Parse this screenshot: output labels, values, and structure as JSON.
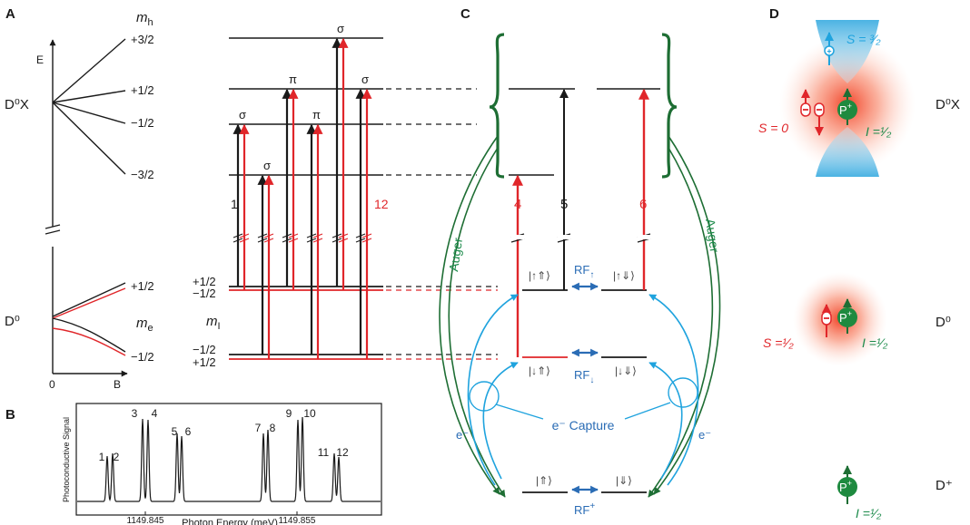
{
  "panels": {
    "a": "A",
    "b": "B",
    "c": "C",
    "d": "D"
  },
  "panel_a": {
    "energy_axis": "E",
    "field_axis": "B",
    "origin": "0",
    "d0x": "D⁰X",
    "d0": "D⁰",
    "mh_label": "m",
    "mh_sub": "h",
    "me_label": "m",
    "me_sub": "e",
    "mi_label": "m",
    "mi_sub": "I",
    "mh_values": [
      "+3/2",
      "+1/2",
      "−1/2",
      "−3/2"
    ],
    "me_values": [
      "+1/2",
      "−1/2"
    ],
    "mi_upper": [
      "+1/2",
      "−1/2"
    ],
    "mi_lower": [
      "−1/2",
      "+1/2"
    ],
    "transition_labels": [
      "σ",
      "σ",
      "π",
      "π",
      "σ",
      "σ"
    ],
    "line_first": "1",
    "line_last": "12"
  },
  "panel_b": {
    "ylabel": "Photoconductive Signal",
    "xlabel": "Photon Energy (meV)",
    "ticks": [
      "1149.845",
      "1149.855"
    ],
    "peak_labels": [
      "1",
      "2",
      "3",
      "4",
      "5",
      "6",
      "7",
      "8",
      "9",
      "10",
      "11",
      "12"
    ]
  },
  "panel_c": {
    "transitions": [
      "4",
      "5",
      "6"
    ],
    "auger": "Auger",
    "electron": "e⁻",
    "capture": "e⁻ Capture",
    "states": [
      "|↑⇑⟩",
      "|↑⇓⟩",
      "|↓⇑⟩",
      "|↓⇓⟩",
      "|⇑⟩",
      "|⇓⟩"
    ],
    "rf": [
      {
        "t": "RF",
        "s": "↑"
      },
      {
        "t": "RF",
        "s": "↓"
      },
      {
        "t": "RF",
        "s": "+"
      }
    ]
  },
  "panel_d": {
    "states": [
      "D⁰X",
      "D⁰",
      "D⁺"
    ],
    "p": "P",
    "p_sup": "+",
    "hole_spin": "S = ³⁄₂",
    "pair_spin": "S = 0",
    "electron_spin": "S =¹⁄₂",
    "nuclear_spin": "I =¹⁄₂"
  },
  "colors": {
    "black": "#1a1a1a",
    "red": "#e0262a",
    "green": "#1e6e34",
    "blue": "#1fa3de",
    "rfblue": "#2a6cb5",
    "mid": "#1b8a4a"
  }
}
